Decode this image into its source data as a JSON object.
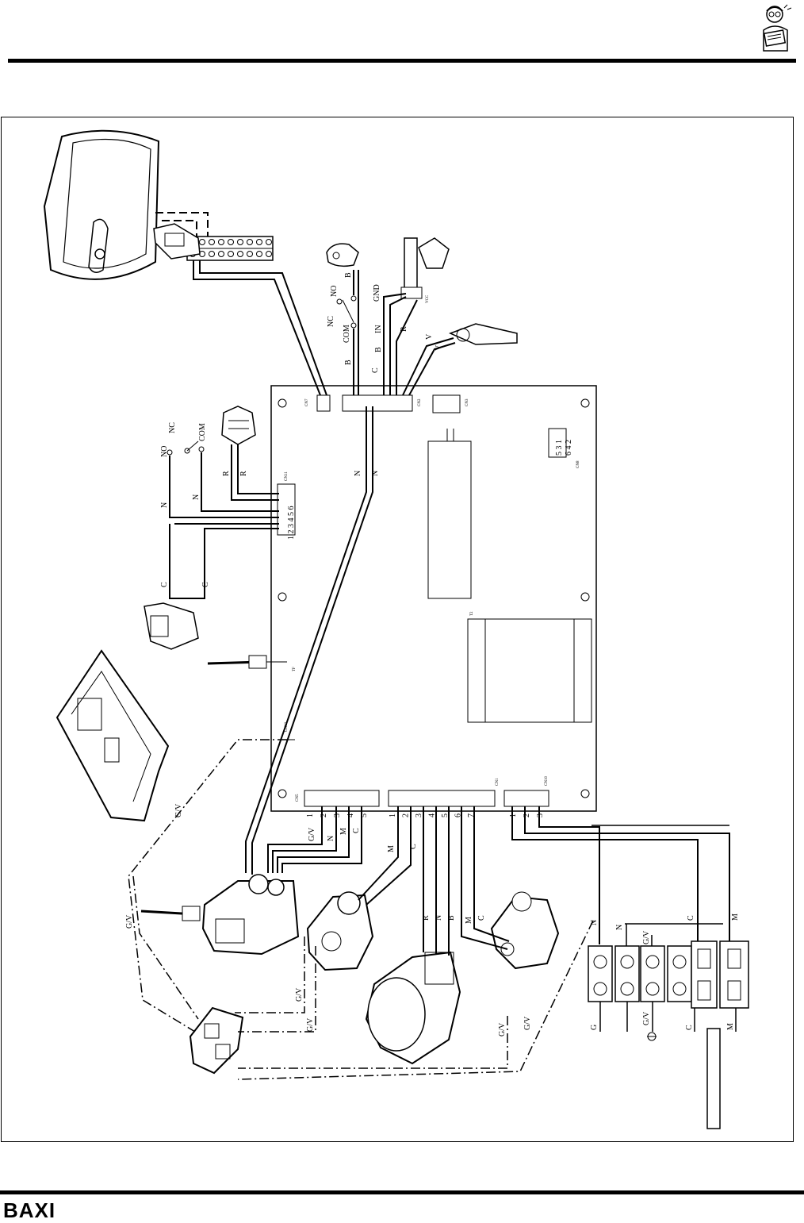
{
  "brand": {
    "name": "BAXI"
  },
  "icons": {
    "mascot": "reader-mascot-icon"
  },
  "diagram": {
    "board_connectors": {
      "cn7": "CN7",
      "cn2": "CN2",
      "cn3": "CN3",
      "cn11": "CN11",
      "cn8": "CN8",
      "cn5": "CN5",
      "cn1": "CN1",
      "cn10": "CN10",
      "cn12": "CN12",
      "tf": "TF",
      "t2": "T2"
    },
    "cn11_pins": "1 2 3 4 5 6",
    "cn8_pins_top": "5 3 1",
    "cn8_pins_bottom": "6 4 2",
    "cn5_pins": [
      "1",
      "2",
      "3",
      "4",
      "5"
    ],
    "cn1_pins": [
      "1",
      "2",
      "3",
      "4",
      "5",
      "6",
      "7"
    ],
    "cn10_pins": [
      "1",
      "2",
      "3"
    ],
    "pressure_switch": {
      "no": "NO",
      "nc": "NC",
      "com": "COM",
      "b": "B",
      "c": "C",
      "in": "IN",
      "gnd": "GND",
      "r": "R",
      "vcc": "VCC",
      "v1": "V",
      "v2": "V"
    },
    "limit_switch": {
      "no": "NO",
      "nc": "NC",
      "com": "COM",
      "n1": "N",
      "n2": "N",
      "r1": "R",
      "r2": "R",
      "c1": "C",
      "c2": "C"
    },
    "board_wires": {
      "n1": "N",
      "n2": "N"
    },
    "gas_valve": {
      "gv": "G/V",
      "n": "N",
      "m": "M",
      "c": "C"
    },
    "fan": {
      "m": "M",
      "c": "C"
    },
    "pump_valve": {
      "r": "R",
      "n": "N",
      "b": "B",
      "m": "M",
      "c": "C"
    },
    "ground_wires": [
      "G/V",
      "G/V",
      "G/V",
      "G/V",
      "G/V",
      "G/V"
    ],
    "terminal_block": {
      "n1": "N",
      "n2": "N",
      "gv": "G/V",
      "c": "C",
      "m": "M",
      "g": "G",
      "gv2": "G/V",
      "c2": "C",
      "m2": "M"
    }
  }
}
